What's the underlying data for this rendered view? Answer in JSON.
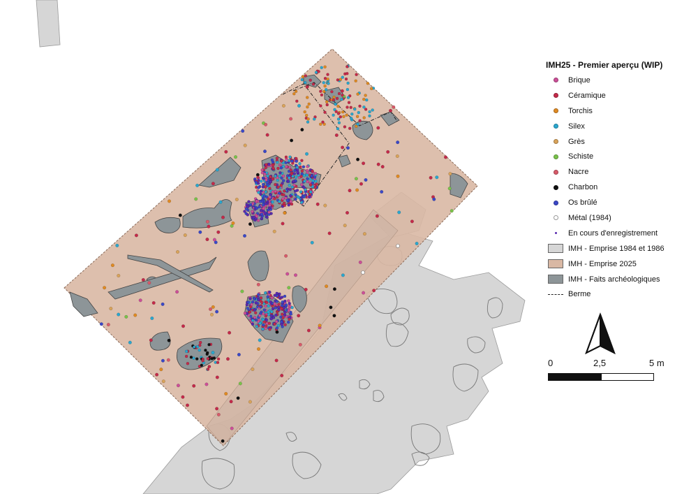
{
  "legend": {
    "title": "IMH25 - Premier aperçu (WIP)",
    "items": [
      {
        "label": "Brique",
        "symbol": "dot",
        "color": "#cc4f98"
      },
      {
        "label": "Céramique",
        "symbol": "dot",
        "color": "#c42a4a"
      },
      {
        "label": "Torchis",
        "symbol": "dot",
        "color": "#e08a22"
      },
      {
        "label": "Silex",
        "symbol": "dot",
        "color": "#2aa7cf"
      },
      {
        "label": "Grès",
        "symbol": "dot",
        "color": "#d9a35a"
      },
      {
        "label": "Schiste",
        "symbol": "dot",
        "color": "#79c24a"
      },
      {
        "label": "Nacre",
        "symbol": "dot",
        "color": "#d85a6a"
      },
      {
        "label": "Charbon",
        "symbol": "dot",
        "color": "#111111"
      },
      {
        "label": "Os brûlé",
        "symbol": "dot",
        "color": "#3a48c8"
      },
      {
        "label": "Métal (1984)",
        "symbol": "dot-hollow",
        "color": "#ffffff"
      },
      {
        "label": "En cours d'enregistrement",
        "symbol": "dot-small",
        "color": "#5a2ab0"
      },
      {
        "label": "IMH - Emprise 1984 et 1986",
        "symbol": "box",
        "color": "#d6d6d6"
      },
      {
        "label": "IMH - Emprise 2025",
        "symbol": "box",
        "color": "#d9b8a4"
      },
      {
        "label": "IMH - Faits archéologiques",
        "symbol": "box",
        "color": "#8d9598"
      },
      {
        "label": "Berme",
        "symbol": "dash",
        "color": "#222222"
      }
    ]
  },
  "scale": {
    "labels": [
      "0",
      "2,5",
      "5 m"
    ]
  },
  "north_arrow": {
    "icon": "north-arrow-icon"
  }
}
